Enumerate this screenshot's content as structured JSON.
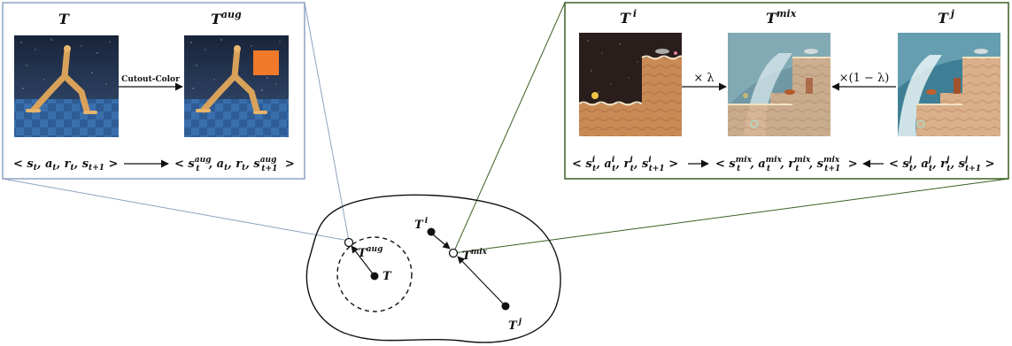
{
  "left_panel": {
    "title_orig": "T",
    "title_aug_base": "T",
    "title_aug_sup": "aug",
    "arrow_label": "Cutout-Color",
    "tuple_left": "< s_t, a_t, r_t, s_{t+1} >",
    "tuple_right": "< s_t^{aug}, a_t, r_t, s_{t+1}^{aug} >"
  },
  "right_panel": {
    "title_i_base": "T",
    "title_i_sup": "i",
    "title_mix_base": "T",
    "title_mix_sup": "mix",
    "title_j_base": "T",
    "title_j_sup": "j",
    "label_lambda": "× λ",
    "label_one_minus_lambda": "×(1 − λ)",
    "tuple_i": "< s_t^i, a_t^i, r_t^i, s_{t+1}^i >",
    "tuple_mix": "< s_t^{mix}, a_t^{mix}, r_t^{mix}, s_{t+1}^{mix} >",
    "tuple_j": "< s_t^j, a_t^j, r_t^j, s_{t+1}^j >"
  },
  "space": {
    "label_T": "T",
    "label_Taug_base": "T",
    "label_Taug_sup": "aug",
    "label_Ti_base": "T",
    "label_Ti_sup": "i",
    "label_Tmix_base": "T",
    "label_Tmix_sup": "mix",
    "label_Tj_base": "T",
    "label_Tj_sup": "j"
  },
  "colors": {
    "left_frame": "#8ea3c2",
    "right_frame": "#3b5f22",
    "cutout": "#f07a2a",
    "ink": "#111111"
  }
}
